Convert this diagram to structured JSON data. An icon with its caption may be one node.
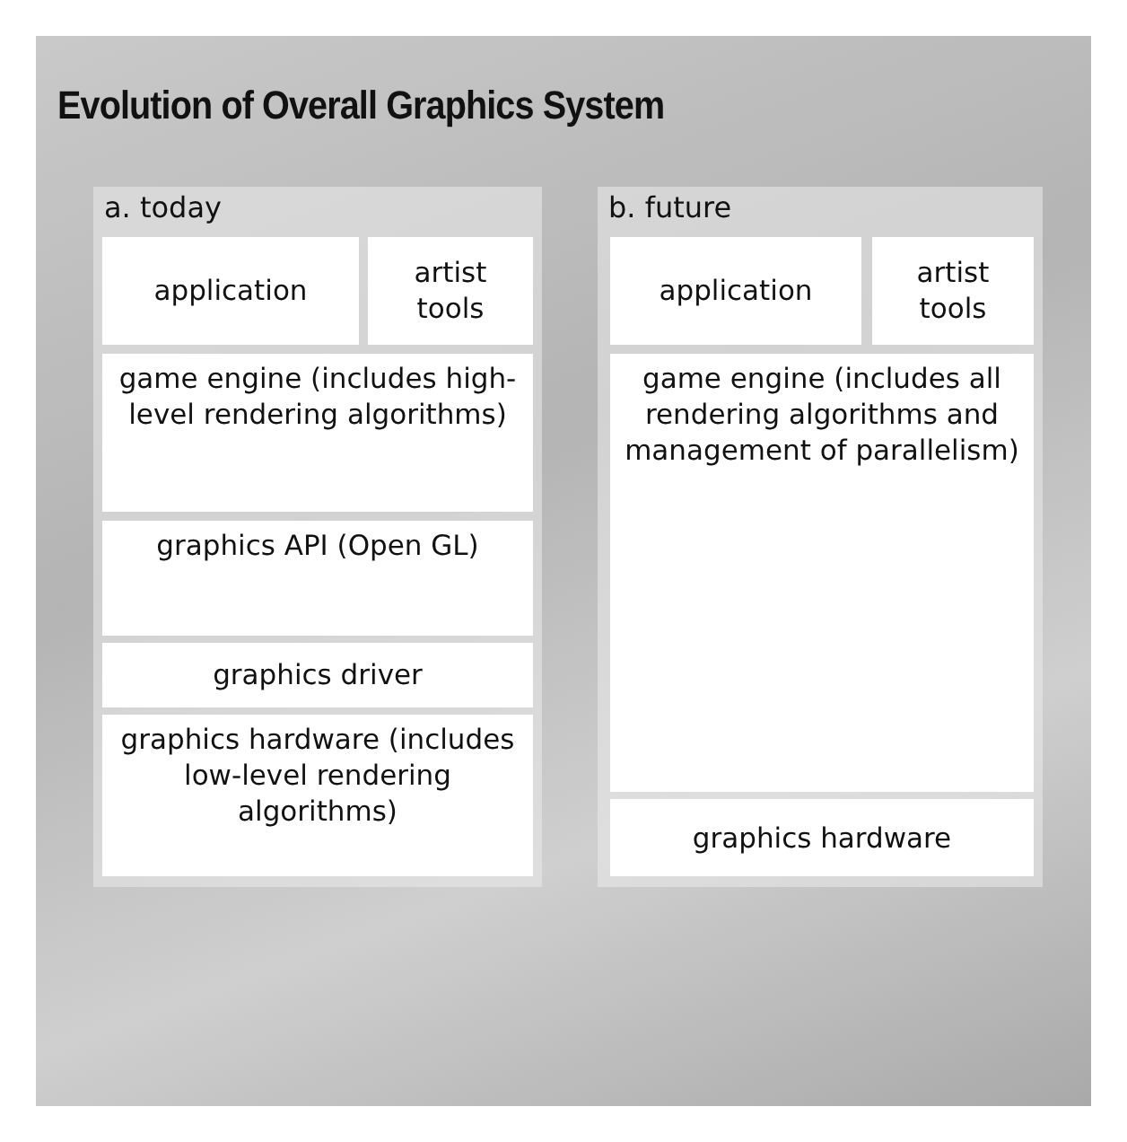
{
  "diagram": {
    "title": "Evolution of Overall Graphics System",
    "nodes": [
      {
        "text": [
          "a. today"
        ]
      },
      {
        "text": [
          "application"
        ],
        "in": 0
      },
      {
        "text": [
          "artist tools"
        ],
        "in": 0
      },
      {
        "text": [
          "game engine (includes high-level rendering algorithms)"
        ],
        "in": 0
      },
      {
        "text": [
          "graphics API (Open GL)"
        ],
        "in": 0
      },
      {
        "text": [
          "graphics driver"
        ],
        "in": 0
      },
      {
        "text": [
          "graphics hardware (includes low-level rendering algorithms)"
        ],
        "in": 0
      },
      {
        "text": [
          "b. future"
        ]
      },
      {
        "text": [
          "application"
        ],
        "in": 7
      },
      {
        "text": [
          "artist tools"
        ],
        "in": 7
      },
      {
        "text": [
          "game engine (includes all rendering algorithms and management of parallelism)"
        ],
        "in": 7
      },
      {
        "text": [
          "graphics hardware"
        ],
        "in": 7
      }
    ],
    "edges": []
  }
}
